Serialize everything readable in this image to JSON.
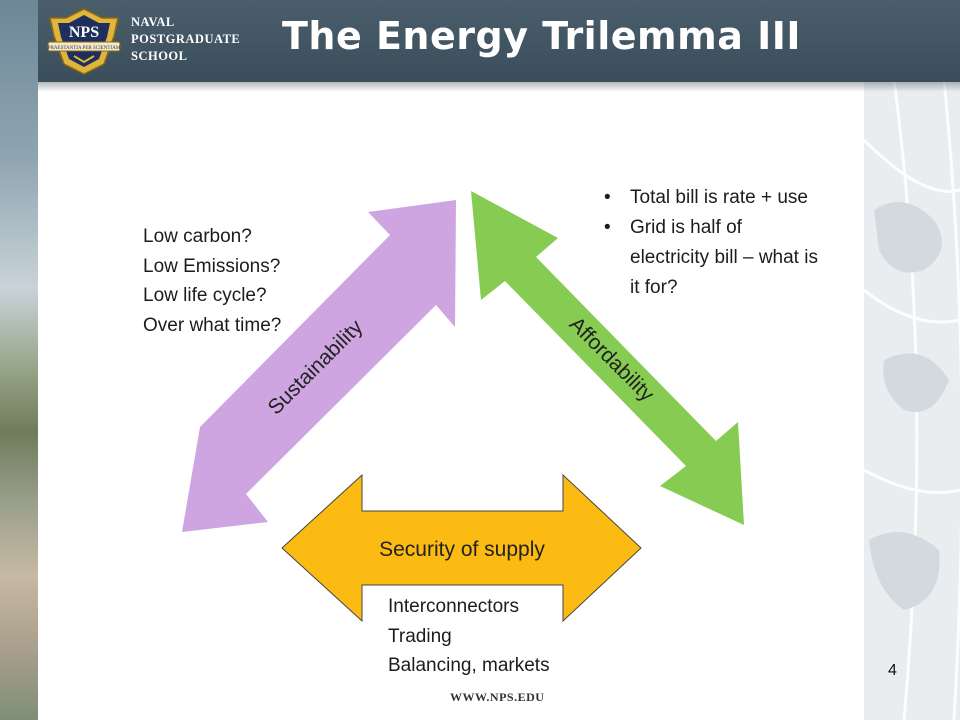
{
  "header": {
    "logo_seal_text": "NPS",
    "logo_banner_text": "PRAESTANTIA PER SCIENTIAM",
    "logo_lines": [
      "NAVAL",
      "POSTGRADUATE",
      "SCHOOL"
    ],
    "title": "The Energy Trilemma III"
  },
  "diagram": {
    "sustainability": {
      "label": "Sustainability",
      "color": "#cea5e0",
      "notes": [
        "Low carbon?",
        "Low Emissions?",
        "Low life cycle?",
        "Over what time?"
      ]
    },
    "affordability": {
      "label": "Affordability",
      "color": "#86cc52",
      "bullets": [
        {
          "marker": "•",
          "lines": [
            "Total bill is rate + use"
          ]
        },
        {
          "marker": "•",
          "lines": [
            "Grid is half of",
            "electricity bill – what is",
            "it for?"
          ]
        }
      ]
    },
    "security": {
      "label": "Security of supply",
      "color": "#fcbb12",
      "notes": [
        "Interconnectors",
        "Trading",
        "Balancing, markets"
      ]
    }
  },
  "footer": {
    "page_number": "4",
    "url": "WWW.NPS.EDU"
  }
}
